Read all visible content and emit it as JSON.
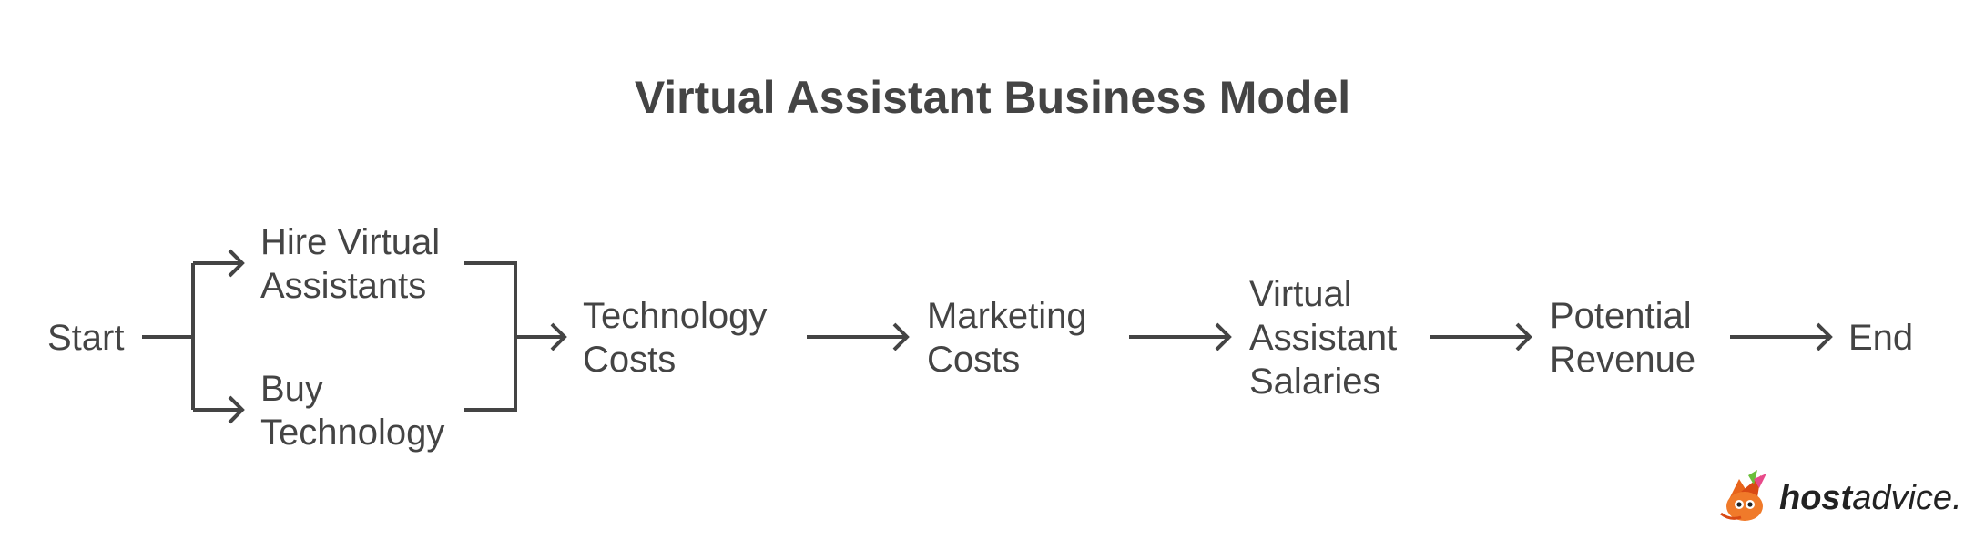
{
  "title": "Virtual Assistant Business Model",
  "nodes": {
    "start": [
      "Start"
    ],
    "hire": [
      "Hire Virtual",
      "Assistants"
    ],
    "buy": [
      "Buy",
      "Technology"
    ],
    "tech_costs": [
      "Technology",
      "Costs"
    ],
    "marketing": [
      "Marketing",
      "Costs"
    ],
    "salaries": [
      "Virtual",
      "Assistant",
      "Salaries"
    ],
    "revenue": [
      "Potential",
      "Revenue"
    ],
    "end": [
      "End"
    ]
  },
  "edges": [
    {
      "from": "start",
      "to": "hire"
    },
    {
      "from": "start",
      "to": "buy"
    },
    {
      "from": "hire",
      "to": "tech_costs"
    },
    {
      "from": "buy",
      "to": "tech_costs"
    },
    {
      "from": "tech_costs",
      "to": "marketing"
    },
    {
      "from": "marketing",
      "to": "salaries"
    },
    {
      "from": "salaries",
      "to": "revenue"
    },
    {
      "from": "revenue",
      "to": "end"
    }
  ],
  "logo": {
    "bold": "host",
    "light": "advice."
  },
  "colors": {
    "text": "#444444",
    "line": "#444444",
    "logo_orange": "#e8641b",
    "logo_green": "#6bbf3a"
  }
}
